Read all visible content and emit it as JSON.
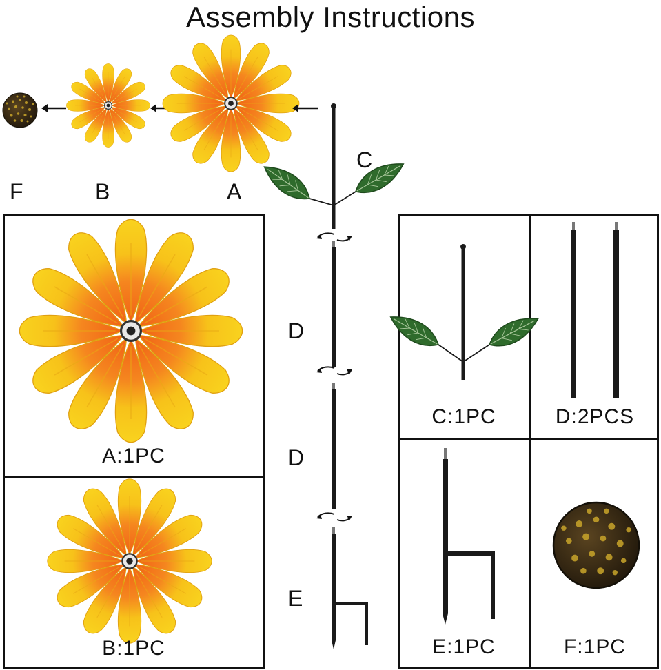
{
  "title": "Assembly Instructions",
  "top_labels": {
    "f": "F",
    "b": "B",
    "a": "A"
  },
  "assembly_labels": {
    "c": "C",
    "d1": "D",
    "d2": "D",
    "e": "E"
  },
  "left_panel": {
    "a_caption": "A:1PC",
    "b_caption": "B:1PC"
  },
  "right_panel": {
    "c_caption": "C:1PC",
    "d_caption": "D:2PCS",
    "e_caption": "E:1PC",
    "f_caption": "F:1PC"
  },
  "colors": {
    "petal_yellow": "#f5c518",
    "petal_orange": "#f2741c",
    "leaf_green": "#2f6b2c",
    "pole_black": "#1a1a1a",
    "disc_brown": "#3a2a14"
  },
  "icons": [
    "flower-a-icon",
    "flower-b-icon",
    "center-disc-icon",
    "leaf-stem-icon",
    "pole-icon",
    "stake-icon",
    "arrow-left-icon",
    "twist-arrows-icon"
  ]
}
